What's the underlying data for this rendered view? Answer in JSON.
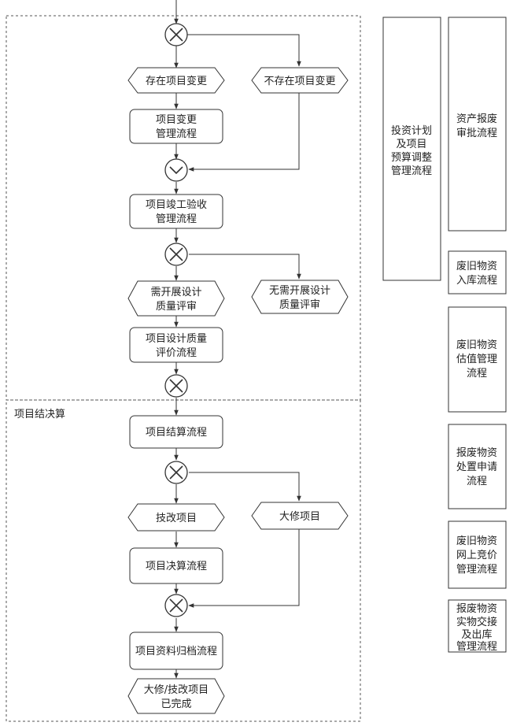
{
  "sections": {
    "settlement_label": "项目结决算"
  },
  "nodes": {
    "has_change": "存在项目变更",
    "no_change": "不存在项目变更",
    "change_mgmt": [
      "项目变更",
      "管理流程"
    ],
    "completion_acceptance": [
      "项目竣工验收",
      "管理流程"
    ],
    "need_design_review": [
      "需开展设计",
      "质量评审"
    ],
    "no_design_review": [
      "无需开展设计",
      "质量评审"
    ],
    "design_quality_eval": [
      "项目设计质量",
      "评价流程"
    ],
    "settlement_process": "项目结算流程",
    "tech_renovation": "技改项目",
    "major_repair": "大修项目",
    "final_account_process": "项目决算流程",
    "archive_process": "项目资料归档流程",
    "completed": [
      "大修/技改项目",
      "已完成"
    ]
  },
  "side_boxes": {
    "investment_plan": [
      "投资计划",
      "及项目",
      "预算调整",
      "管理流程"
    ],
    "asset_scrap_approval": [
      "资产报废",
      "审批流程"
    ],
    "waste_inbound": [
      "废旧物资",
      "入库流程"
    ],
    "waste_valuation": [
      "废旧物资",
      "估值管理",
      "流程"
    ],
    "scrap_disposal_apply": [
      "报废物资",
      "处置申请",
      "流程"
    ],
    "waste_online_bidding": [
      "废旧物资",
      "网上竞价",
      "管理流程"
    ],
    "scrap_handover_outbound": [
      "报废物资",
      "实物交接",
      "及出库",
      "管理流程"
    ]
  }
}
